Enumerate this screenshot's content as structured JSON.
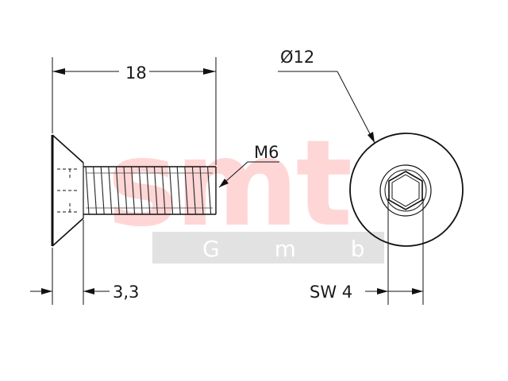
{
  "watermark": {
    "logo_text": "smt",
    "subtitle_text": "G m b H",
    "logo_color": "#ffd6d6",
    "band_color": "#e2e2e2"
  },
  "dimensions": {
    "length": "18",
    "head_height": "3,3",
    "thread": "M6",
    "head_diameter": "Ø12",
    "hex_socket": "SW 4"
  }
}
